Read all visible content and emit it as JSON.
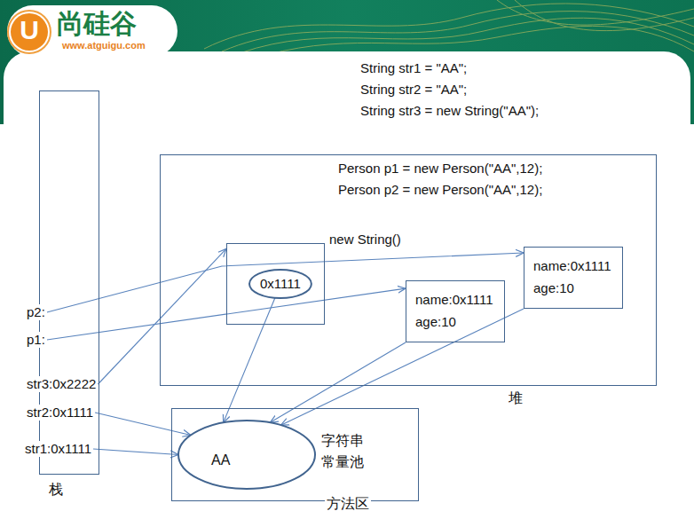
{
  "diagram": {
    "nodes": [
      {
        "text": [
          "栈"
        ]
      },
      {
        "text": [
          "p2:"
        ],
        "in": 0
      },
      {
        "text": [
          "p1:"
        ],
        "in": 0
      },
      {
        "text": [
          "str3:0x2222"
        ],
        "in": 0
      },
      {
        "text": [
          "str2:0x1111"
        ],
        "in": 0
      },
      {
        "text": [
          "str1:0x1111"
        ],
        "in": 0
      },
      {
        "text": [
          "Person p1 = new Person(\"AA\",12);",
          "Person p2 = new Person(\"AA\",12);",
          "堆"
        ]
      },
      {
        "text": [
          "new String()"
        ],
        "in": 6
      },
      {
        "text": [
          "0x1111"
        ],
        "in": 7
      },
      {
        "text": [
          "name:0x1111",
          "age:10"
        ],
        "in": 6
      },
      {
        "text": [
          "name:0x1111",
          "age:10"
        ],
        "in": 6
      },
      {
        "text": [
          "方法区"
        ]
      },
      {
        "text": [
          "AA",
          "字符串 常量池"
        ],
        "in": 11
      }
    ],
    "edges": [
      {
        "from": 1,
        "to": 10,
        "arrow": "to"
      },
      {
        "from": 2,
        "to": 9,
        "arrow": "to"
      },
      {
        "from": 3,
        "to": 7,
        "arrow": "to"
      },
      {
        "from": 4,
        "to": 12,
        "arrow": "to"
      },
      {
        "from": 5,
        "to": 12,
        "arrow": "to"
      },
      {
        "from": 8,
        "to": 12,
        "arrow": "to"
      },
      {
        "from": 9,
        "to": 12,
        "arrow": "to"
      },
      {
        "from": 10,
        "to": 12,
        "arrow": "to"
      }
    ],
    "labels": [
      "U",
      "尚硅谷",
      "www.atguigu.com",
      "String str1 = \"AA\";",
      "String str2 = \"AA\";",
      "String str3 = new String(\"AA\");"
    ]
  }
}
